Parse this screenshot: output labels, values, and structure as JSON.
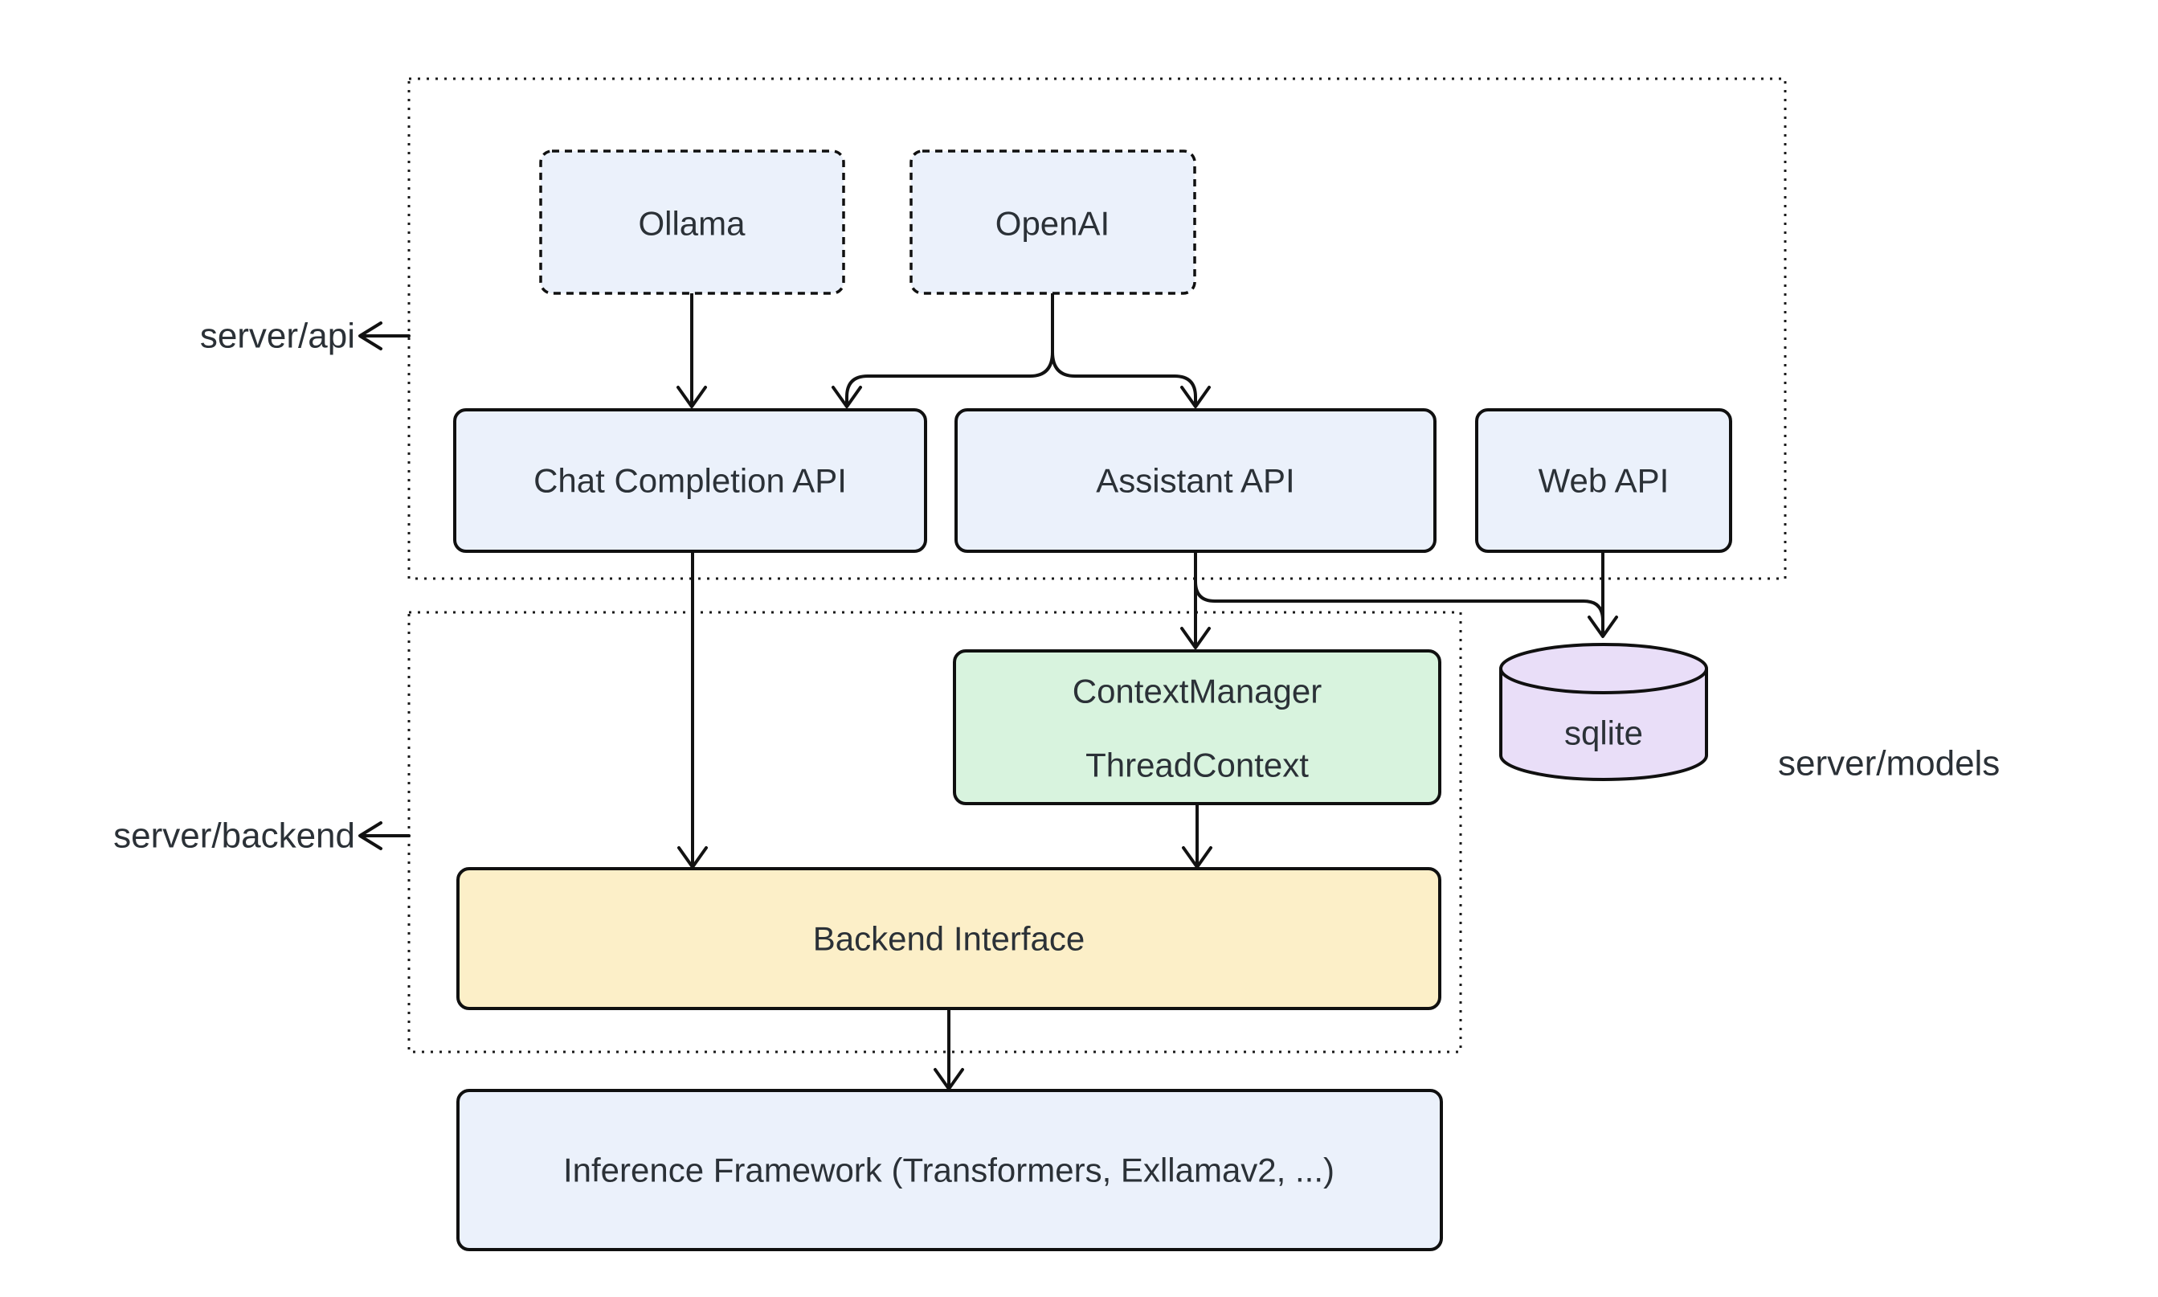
{
  "diagram": {
    "region_labels": {
      "server_api": "server/api",
      "server_backend": "server/backend",
      "server_models": "server/models"
    },
    "nodes": {
      "ollama": {
        "label": "Ollama",
        "fill": "#ebf1fb"
      },
      "openai": {
        "label": "OpenAI",
        "fill": "#ebf1fb"
      },
      "chat_completion_api": {
        "label": "Chat Completion API",
        "fill": "#ebf1fb"
      },
      "assistant_api": {
        "label": "Assistant API",
        "fill": "#ebf1fb"
      },
      "web_api": {
        "label": "Web API",
        "fill": "#ebf1fb"
      },
      "context_manager": {
        "lines": [
          "ContextManager",
          "ThreadContext"
        ],
        "fill": "#d8f3de"
      },
      "sqlite": {
        "label": "sqlite",
        "fill": "#e9def8"
      },
      "backend_interface": {
        "label": "Backend Interface",
        "fill": "#fcefc8"
      },
      "inference_framework": {
        "label": "Inference Framework (Transformers, Exllamav2, ...)",
        "fill": "#ebf1fb"
      }
    },
    "edges": [
      {
        "from": "ollama",
        "to": "chat_completion_api"
      },
      {
        "from": "openai",
        "to": "chat_completion_api"
      },
      {
        "from": "openai",
        "to": "assistant_api"
      },
      {
        "from": "chat_completion_api",
        "to": "backend_interface"
      },
      {
        "from": "assistant_api",
        "to": "context_manager"
      },
      {
        "from": "assistant_api",
        "to": "sqlite"
      },
      {
        "from": "web_api",
        "to": "sqlite"
      },
      {
        "from": "context_manager",
        "to": "backend_interface"
      },
      {
        "from": "backend_interface",
        "to": "inference_framework"
      }
    ],
    "colors": {
      "background": "#ffffff",
      "stroke": "#121212",
      "text": "#2b3137",
      "node_blue": "#ebf1fb",
      "node_green": "#d8f3de",
      "node_yellow": "#fcefc8",
      "node_purple": "#e9def8"
    }
  }
}
